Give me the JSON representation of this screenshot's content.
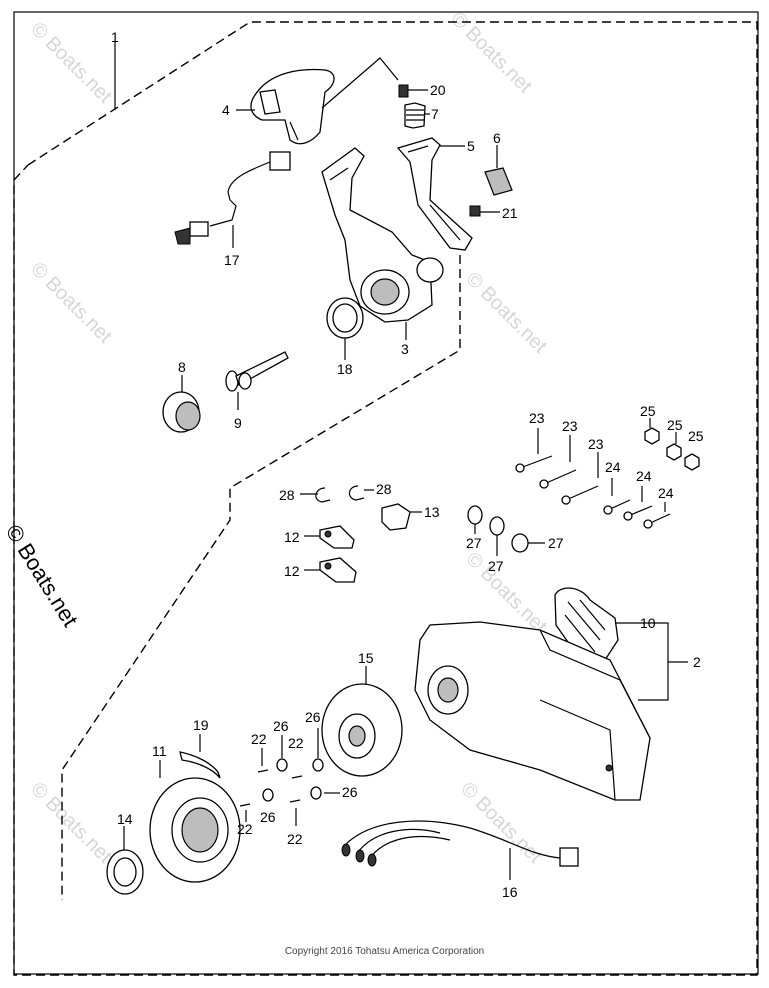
{
  "diagram": {
    "callouts": [
      "1",
      "2",
      "3",
      "4",
      "5",
      "6",
      "7",
      "8",
      "9",
      "10",
      "11",
      "12",
      "12",
      "13",
      "14",
      "15",
      "16",
      "17",
      "18",
      "19",
      "20",
      "21",
      "22",
      "22",
      "22",
      "22",
      "23",
      "23",
      "23",
      "24",
      "24",
      "24",
      "25",
      "25",
      "25",
      "26",
      "26",
      "26",
      "26",
      "27",
      "27",
      "27",
      "28",
      "28"
    ],
    "watermark": "© Boats.net",
    "copyright": "Copyright 2016 Tohatsu America Corporation"
  }
}
